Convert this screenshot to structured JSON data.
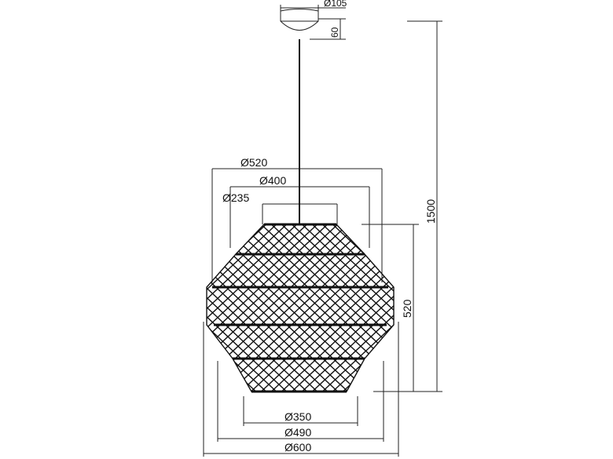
{
  "dimensions": {
    "canopy_diameter": "Ø105",
    "canopy_height": "60",
    "total_height": "1500",
    "shade_height": "520",
    "top_outer_diameter": "Ø520",
    "top_mid_diameter": "Ø400",
    "top_opening_diameter": "Ø235",
    "bottom_opening_diameter": "Ø350",
    "bottom_mid_diameter": "Ø490",
    "max_diameter": "Ø600"
  }
}
